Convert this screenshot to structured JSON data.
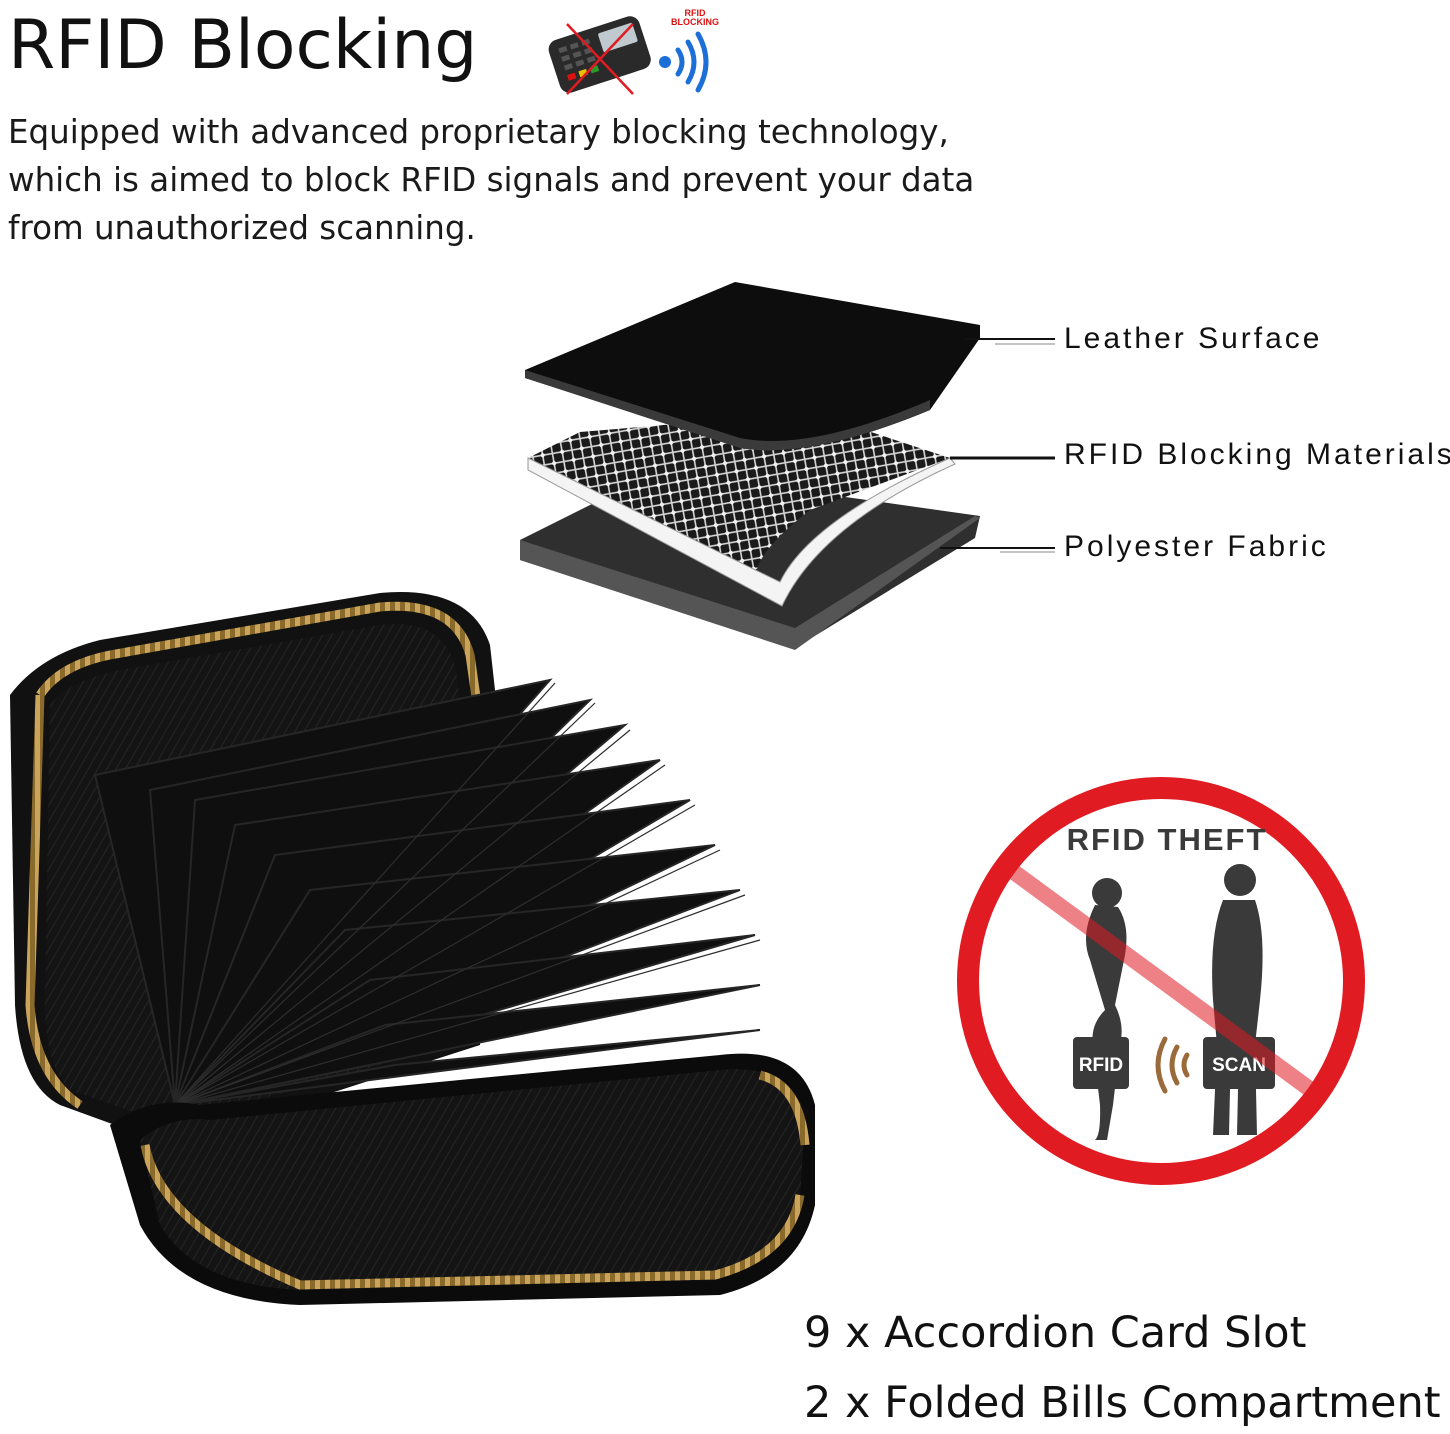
{
  "header": {
    "title": "RFID Blocking",
    "badge_text": [
      "RFID",
      "BLOCKING"
    ],
    "description_lines": [
      "Equipped with advanced proprietary blocking technology,",
      "which is aimed to block RFID signals and prevent your data",
      "from unauthorized scanning."
    ]
  },
  "layers": {
    "items": [
      {
        "label": "Leather Surface"
      },
      {
        "label": "RFID Blocking Materials"
      },
      {
        "label": "Polyester Fabric"
      }
    ]
  },
  "theft_sign": {
    "title": "RFID THEFT",
    "left_bag": "RFID",
    "right_bag": "SCAN",
    "colors": {
      "ring": "#e01b22",
      "figures": "#3a3a3a",
      "wave": "#9a6a3a"
    }
  },
  "features": [
    "9 x Accordion Card Slot",
    "2 x Folded Bills Compartment"
  ],
  "icons": [
    "card-reader-icon",
    "wireless-signal-icon",
    "wallet-image",
    "rfid-theft-prohibited-icon"
  ]
}
